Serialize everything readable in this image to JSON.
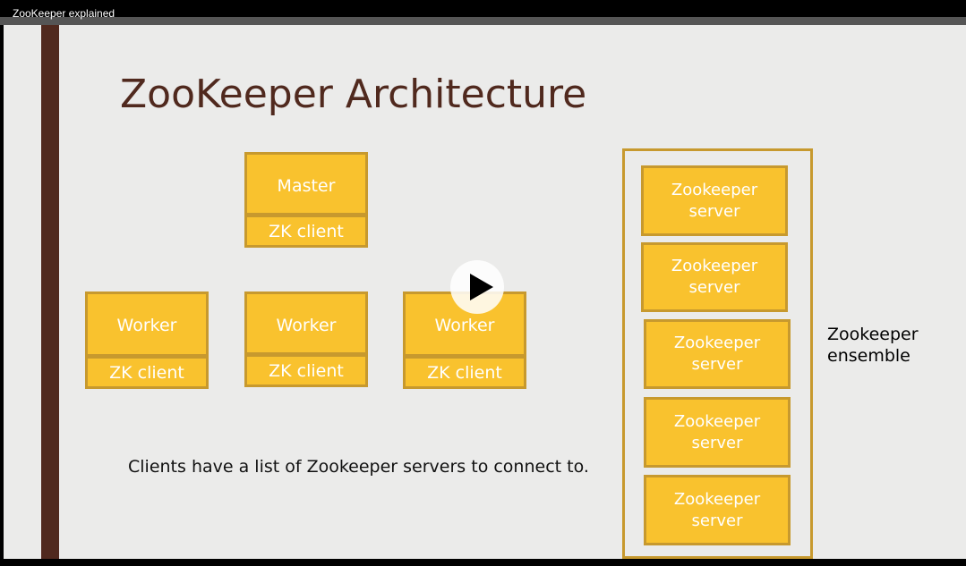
{
  "video": {
    "title": "ZooKeeper explained"
  },
  "slide": {
    "heading": "ZooKeeper Architecture",
    "master": {
      "label": "Master",
      "client": "ZK client"
    },
    "workers": [
      {
        "label": "Worker",
        "client": "ZK client"
      },
      {
        "label": "Worker",
        "client": "ZK client"
      },
      {
        "label": "Worker",
        "client": "ZK client"
      }
    ],
    "servers": [
      "Zookeeper server",
      "Zookeeper server",
      "Zookeeper server",
      "Zookeeper server",
      "Zookeeper server"
    ],
    "ensemble_label": "Zookeeper ensemble",
    "caption": "Clients have a list of Zookeeper servers to connect to."
  },
  "player": {
    "play_icon": "play-icon"
  },
  "colors": {
    "box_fill": "#f9c22e",
    "box_border": "#c7992e",
    "accent_brown": "#50291e",
    "slide_bg": "#ebebea"
  }
}
